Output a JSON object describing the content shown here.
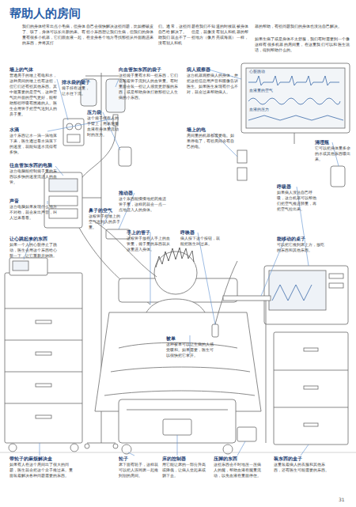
{
  "diagram": {
    "title": "帮助人的房间",
    "nodes": [
      {
        "text": [
          "心脏跳动",
          "血液里的空气",
          "血液的压力"
        ]
      }
    ],
    "labels": [
      "我们的身体经常出点小毛病，但身体自己会很快解决这些问题，比如擦破皮了、咳了，身体可以长出新的来。有些小东西想让我们生病，但我们的身体里有很多小机器，它们跟血液一起，在全身各个地方寻找那些从外面跑进来的东西，并将其打",
      "们。通常，这些问题在我们不知道的时候就被身体自己给解决了。　但是，就像没有别人和机器的帮助我们就去不了一些地方（像月亮或海底）一样，没有别人和机",
      "器的帮助，有些问题我们的身体也没法自己解决。",
      "如果生病了或是身体不太舒服，我们有时需要到一个像这样有很多机器的房间里，在这里我们可以和医生说话，得到帮助什么的。",
      "墙上的气体",
      "普通房子的墙上有电和水，这种房间的墙上也有这些，但它们还有些其他东西。其中最重要的是空气，这种空气比外面的空气更好，能帮助那些呼吸有困难的人。医生会用管子把空气送到人的鼻子里。",
      "排水袋的架子",
      "袋子挂在这里，让水往下流。",
      "向血管加东西的袋子",
      "这些袋子里有水和一些东西，它们会顺着管子流到人的血管里。有时里面会装一些让人感觉更舒服的东西，或是帮助身体打败那些让人生病的小东西。",
      "病人观察器",
      "这台机器观察病人的身体，并把这些信息用声音和图像告诉医生。如果医生发现有什么不对，就会过来帮助病人。",
      "水滴",
      "这个东西让水一滴一滴地落下来，医生通过看水滴落下的速度，就能知道水流得有多快。",
      "压力袋",
      "这个袋子绑在人的手臂上，用来测量血液在身体里流动时的压力。",
      "墙上的电",
      "房间里的机器都需要电。如果停电了，有些房间会有自己的电。",
      "往血管加东西的电脑",
      "这台电脑能控制袋子里的东西以多快的速度流进人的血管。",
      "清理瓶",
      "它可以把身体里多余的水或其他东西吸出来。",
      "声音",
      "这台电脑如果发现什么地方不对劲，就会发出声音，叫人过来看看。",
      "推动器",
      "这个东西能慢慢地把药推进管子里，这样药就会一点一点地进入人的身体。",
      "呼吸器",
      "如果病人没法自己呼吸，这台机器可以帮他们把空气推进肺里，再把空气拉出来。",
      "手上的管子",
      "这根管子放在人手上的血管里，袋子里的东西就从这里进入身体。",
      "鼻子的空气",
      "这根管子把墙上的空气送到人的鼻子里。",
      "让心跳起来的东西",
      "如果一个人的心脏停止了跳动，医生会用这个东西给心脏一下，让它重新开始跳。",
      "呼唤器",
      "病人按下这个按钮，就能把医生叫过来。",
      "能移动的桌子",
      "可以把它推到床上方，放吃的东西和其他东西。",
      "被单",
      "这种被单可以让生病的人感觉暖和。如果需要，医生可以很快把它拿开。",
      "带轮子的麻烦解决盒",
      "如果有人在这个房间出了很大的问题，医生就会把这个盒子推过来。里面装着解决各种问题需要的东西。",
      "轮子",
      "床下面有轮子，这样就可以把人连同床一起推到别的房间。",
      "床的控制器",
      "用它能让床的一部分升高或降低，让病人坐起来或躺下去。",
      "压脚的东西",
      "这些东西会不时地压一压病人的腿，帮助血液在腿里流动，以免血液在里面停住。",
      "装东西的盒子",
      "这里装着病人的衣服和其他东西，还有医生可能需要的东西。",
      "31"
    ]
  }
}
